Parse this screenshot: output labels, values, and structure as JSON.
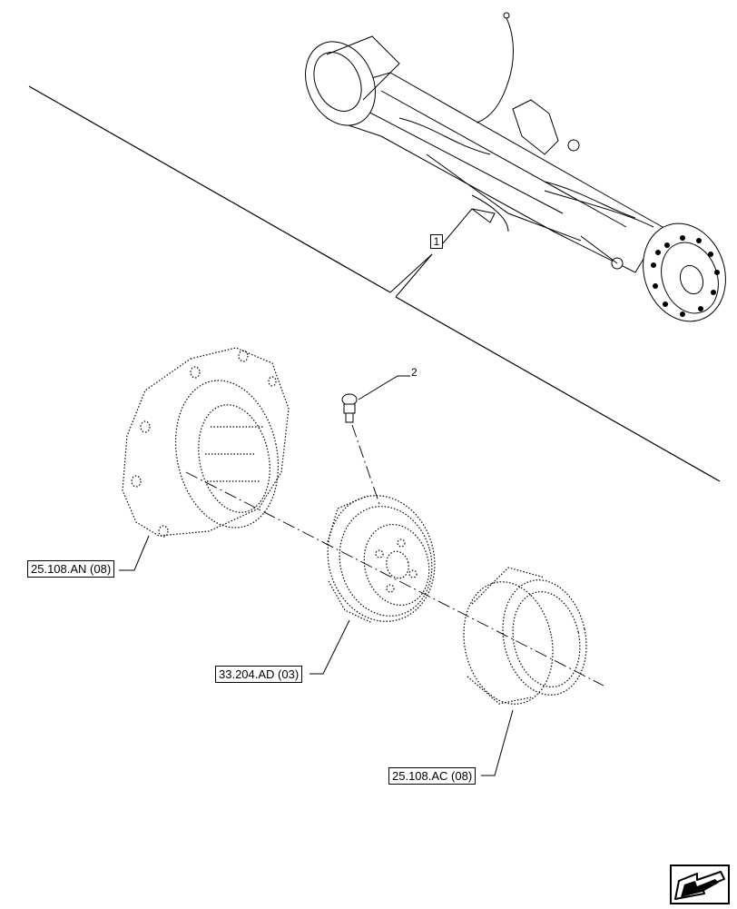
{
  "callouts": {
    "item_1": "1",
    "item_2": "2"
  },
  "references": {
    "planet_carrier": "25.108.AN (08)",
    "gear": "33.204.AD (03)",
    "ring_gear": "25.108.AC (08)"
  },
  "icons": {
    "navigation": "arrow-icon"
  }
}
